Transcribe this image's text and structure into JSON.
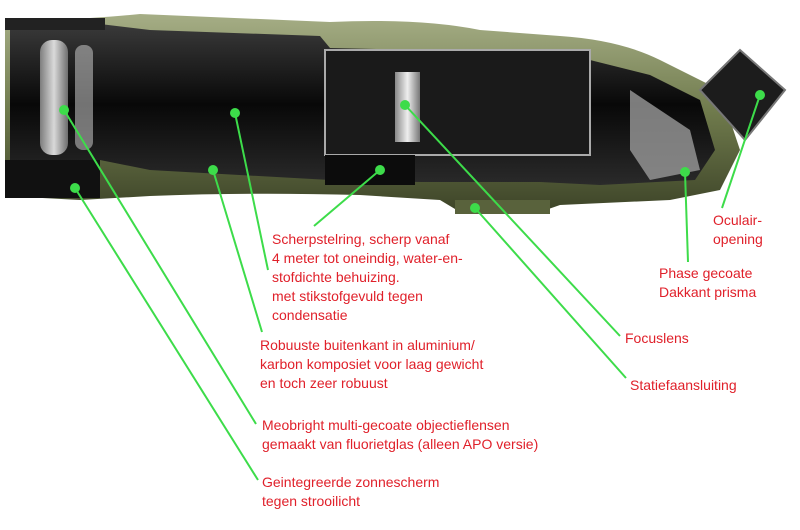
{
  "labels": {
    "scherpstelring": [
      "Scherpstelring, scherp vanaf",
      "4 meter tot oneindig, water-en-",
      "stofdichte behuizing.",
      "met stikstofgevuld tegen",
      "condensatie"
    ],
    "robuuste": [
      "Robuuste buitenkant in aluminium/",
      "karbon komposiet voor laag gewicht",
      "en toch zeer robuust"
    ],
    "meobright": [
      "Meobright multi-gecoate objectieflensen",
      "gemaakt van fluorietglas (alleen APO versie)"
    ],
    "zonnescherm": [
      "Geintegreerde zonnescherm",
      "tegen strooilicht"
    ],
    "oculair": [
      "Oculair-",
      "opening"
    ],
    "prisma": [
      "Phase gecoate",
      "Dakkant prisma"
    ],
    "focuslens": "Focuslens",
    "statief": "Statiefaansluiting"
  },
  "colors": {
    "label": "#e0202a",
    "leader": "#3ddc4a",
    "shell": "#7f8a5c",
    "interior": "#141414"
  }
}
